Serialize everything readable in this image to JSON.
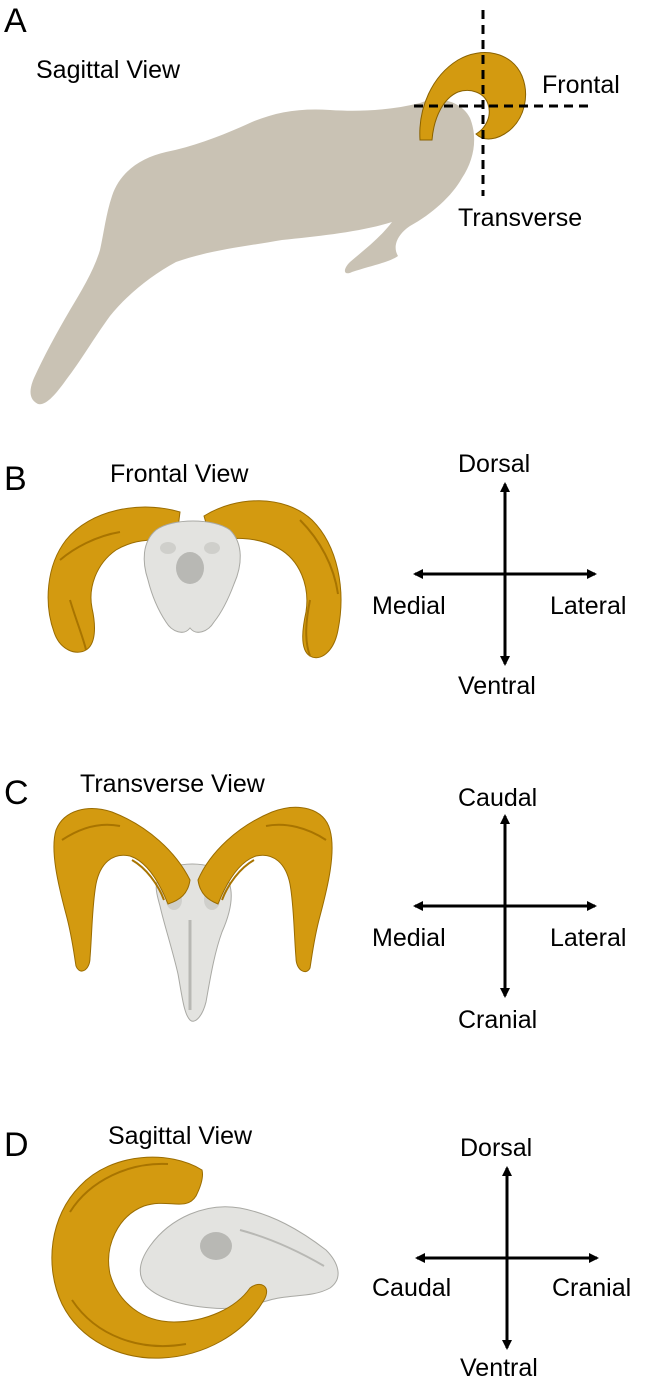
{
  "panels": [
    {
      "letter": "A",
      "title": "Sagittal View",
      "plane_labels": {
        "frontal": "Frontal",
        "transverse": "Transverse"
      }
    },
    {
      "letter": "B",
      "title": "Frontal View",
      "axes": {
        "up": "Dorsal",
        "down": "Ventral",
        "left": "Medial",
        "right": "Lateral"
      }
    },
    {
      "letter": "C",
      "title": "Transverse View",
      "axes": {
        "up": "Caudal",
        "down": "Cranial",
        "left": "Medial",
        "right": "Lateral"
      }
    },
    {
      "letter": "D",
      "title": "Sagittal View",
      "axes": {
        "up": "Dorsal",
        "down": "Ventral",
        "left": "Caudal",
        "right": "Cranial"
      }
    }
  ],
  "colors": {
    "horn": "#d39a10",
    "horn_dark": "#a87400",
    "skull": "#e3e3e0",
    "skull_shadow": "#b8b8b4",
    "silhouette": "#c9c2b4"
  }
}
